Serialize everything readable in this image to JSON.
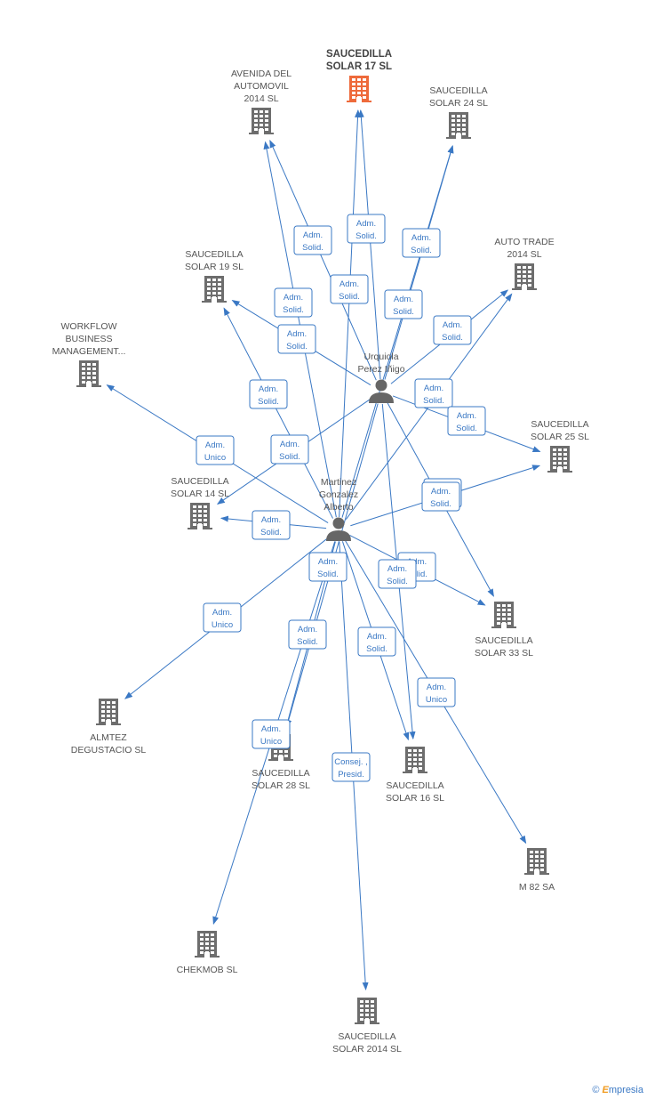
{
  "colors": {
    "edge": "#3a78c4",
    "badge_border": "#3a78c4",
    "badge_fill": "#ffffff",
    "company": "#6d6d6d",
    "company_focus": "#ee6a3b",
    "person": "#666666"
  },
  "footer": {
    "copyright_symbol": "©",
    "brand_first": "E",
    "brand_rest": "mpresia"
  },
  "nodes": [
    {
      "id": "s17",
      "kind": "company",
      "focus": true,
      "lines": [
        "SAUCEDILLA",
        "SOLAR 17 SL"
      ]
    },
    {
      "id": "avenida",
      "kind": "company",
      "lines": [
        "AVENIDA DEL",
        "AUTOMOVIL",
        "2014  SL"
      ]
    },
    {
      "id": "s24",
      "kind": "company",
      "lines": [
        "SAUCEDILLA",
        "SOLAR 24 SL"
      ]
    },
    {
      "id": "autotrade",
      "kind": "company",
      "lines": [
        "AUTO TRADE",
        "2014  SL"
      ]
    },
    {
      "id": "s19",
      "kind": "company",
      "lines": [
        "SAUCEDILLA",
        "SOLAR 19 SL"
      ]
    },
    {
      "id": "workflow",
      "kind": "company",
      "lines": [
        "WORKFLOW",
        "BUSINESS",
        "MANAGEMENT..."
      ]
    },
    {
      "id": "s25",
      "kind": "company",
      "lines": [
        "SAUCEDILLA",
        "SOLAR 25 SL"
      ]
    },
    {
      "id": "s14",
      "kind": "company",
      "lines": [
        "SAUCEDILLA",
        "SOLAR 14 SL"
      ]
    },
    {
      "id": "s33",
      "kind": "company",
      "lines": [
        "SAUCEDILLA",
        "SOLAR 33 SL"
      ]
    },
    {
      "id": "almtez",
      "kind": "company",
      "lines": [
        "ALMTEZ",
        "DEGUSTACIO  SL"
      ]
    },
    {
      "id": "s28",
      "kind": "company",
      "lines": [
        "SAUCEDILLA",
        "SOLAR 28 SL"
      ]
    },
    {
      "id": "s16",
      "kind": "company",
      "lines": [
        "SAUCEDILLA",
        "SOLAR 16 SL"
      ]
    },
    {
      "id": "m82",
      "kind": "company",
      "lines": [
        "M 82 SA"
      ]
    },
    {
      "id": "chekmob",
      "kind": "company",
      "lines": [
        "CHEKMOB  SL"
      ]
    },
    {
      "id": "s2014",
      "kind": "company",
      "lines": [
        "SAUCEDILLA",
        "SOLAR 2014  SL"
      ]
    },
    {
      "id": "urquiola",
      "kind": "person",
      "lines": [
        "Urquiola",
        "Perez Iñigo"
      ]
    },
    {
      "id": "martinez",
      "kind": "person",
      "lines": [
        "Martinez",
        "Gonzalez",
        "Alberto"
      ]
    }
  ],
  "edges": [
    {
      "from": "urquiola",
      "to": "s17",
      "role": [
        "Adm.",
        "Solid."
      ]
    },
    {
      "from": "urquiola",
      "to": "avenida",
      "role": [
        "Adm.",
        "Solid."
      ]
    },
    {
      "from": "urquiola",
      "to": "s24",
      "role": [
        "Adm.",
        "Solid."
      ]
    },
    {
      "from": "urquiola",
      "to": "autotrade",
      "role": [
        "Adm.",
        "Solid."
      ]
    },
    {
      "from": "urquiola",
      "to": "s19",
      "role": [
        "Adm.",
        "Solid."
      ]
    },
    {
      "from": "urquiola",
      "to": "s25",
      "role": [
        "Adm.",
        "Solid."
      ]
    },
    {
      "from": "urquiola",
      "to": "s14",
      "role": [
        "Adm.",
        "Solid."
      ]
    },
    {
      "from": "urquiola",
      "to": "s33",
      "role": [
        "Adm.",
        "Solid."
      ]
    },
    {
      "from": "urquiola",
      "to": "s16",
      "role": [
        "Adm.",
        "Solid."
      ]
    },
    {
      "from": "urquiola",
      "to": "s28",
      "role": [
        "Adm.",
        "Solid."
      ]
    },
    {
      "from": "martinez",
      "to": "s17",
      "role": [
        "Adm.",
        "Solid."
      ]
    },
    {
      "from": "martinez",
      "to": "avenida",
      "role": [
        "Adm.",
        "Solid."
      ]
    },
    {
      "from": "martinez",
      "to": "s24",
      "role": [
        "Adm.",
        "Solid."
      ]
    },
    {
      "from": "martinez",
      "to": "autotrade",
      "role": [
        "Adm.",
        "Solid."
      ]
    },
    {
      "from": "martinez",
      "to": "s19",
      "role": [
        "Adm.",
        "Solid."
      ]
    },
    {
      "from": "martinez",
      "to": "workflow",
      "role": [
        "Adm.",
        "Unico"
      ]
    },
    {
      "from": "martinez",
      "to": "s25",
      "role": [
        "Adm.",
        "Solid."
      ]
    },
    {
      "from": "martinez",
      "to": "s14",
      "role": [
        "Adm.",
        "Solid."
      ]
    },
    {
      "from": "martinez",
      "to": "s33",
      "role": [
        "Adm.",
        "Solid."
      ]
    },
    {
      "from": "martinez",
      "to": "almtez",
      "role": [
        "Adm.",
        "Unico"
      ]
    },
    {
      "from": "martinez",
      "to": "s28",
      "role": [
        "Adm.",
        "Solid."
      ]
    },
    {
      "from": "martinez",
      "to": "s16",
      "role": [
        "Adm.",
        "Solid."
      ]
    },
    {
      "from": "martinez",
      "to": "m82",
      "role": [
        "Adm.",
        "Unico"
      ]
    },
    {
      "from": "martinez",
      "to": "chekmob",
      "role": [
        "Adm.",
        "Unico"
      ]
    },
    {
      "from": "martinez",
      "to": "s2014",
      "role": [
        "Consej. ,",
        "Presid."
      ]
    }
  ]
}
